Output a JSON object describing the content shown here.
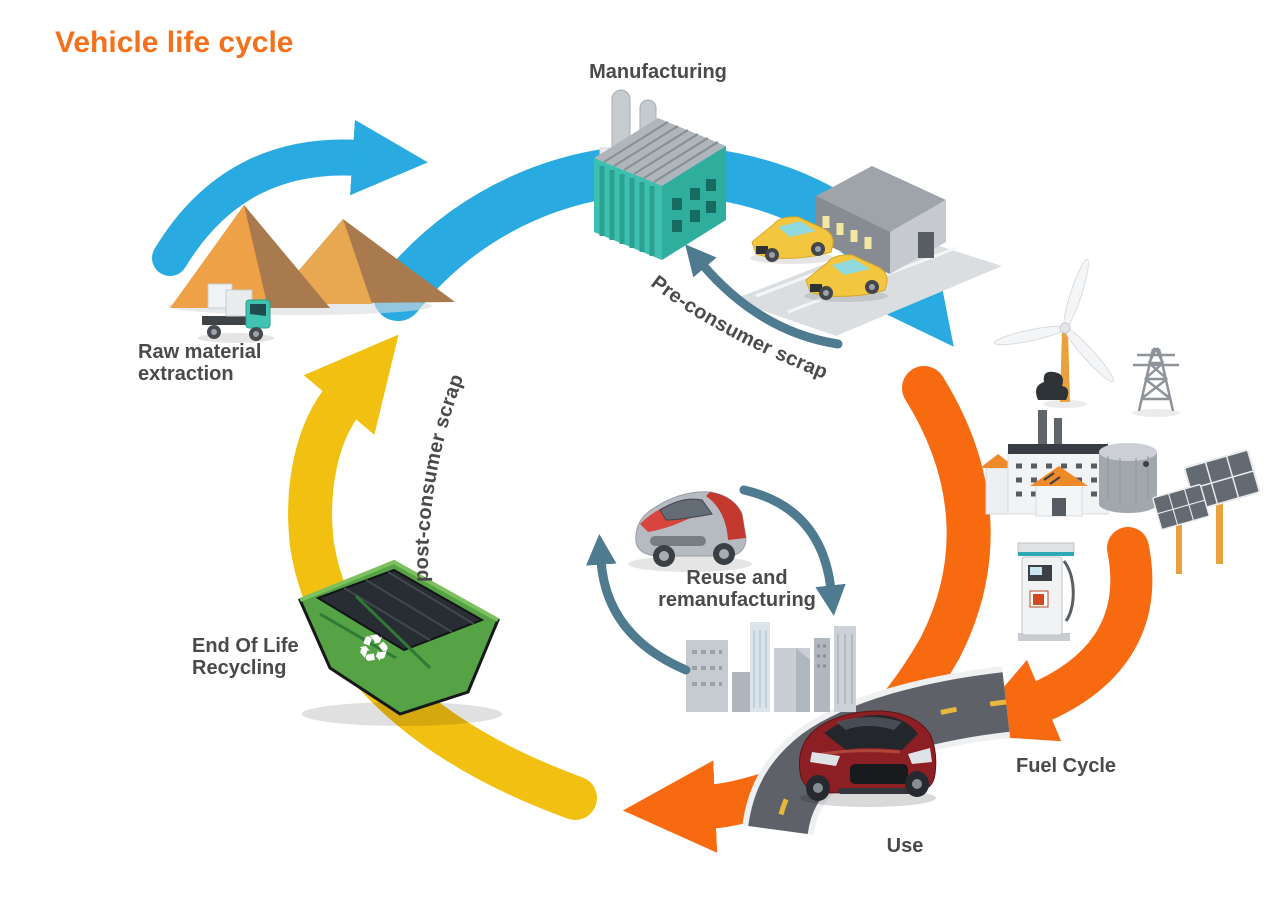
{
  "title": {
    "text": "Vehicle life cycle",
    "color": "#F4711C"
  },
  "labels": {
    "manufacturing": "Manufacturing",
    "raw_material": [
      "Raw material",
      "extraction"
    ],
    "end_of_life": [
      "End Of Life",
      "Recycling"
    ],
    "reuse": [
      "Reuse and",
      "remanufacturing"
    ],
    "use": "Use",
    "fuel_cycle": "Fuel Cycle",
    "pre_consumer_scrap": "Pre-consumer scrap",
    "post_consumer_scrap": "post-consumer scrap"
  },
  "recycle_symbol": "♻",
  "colors": {
    "blue_arrow": "#29ABE2",
    "orange_arrow": "#F76A10",
    "yellow_arrow": "#F2C011",
    "slate_arrow": "#4E7B90",
    "label_text": "#4A4A4A",
    "title_orange": "#F4711C",
    "factory_teal": "#3DC0AF",
    "skip_green": "#55A345",
    "car_red": "#8C1F24",
    "taxi_yellow": "#F4C63F",
    "mountain_orange": "#EFA148",
    "mountain_brown": "#A87A4D"
  },
  "icons": [
    "mountain-piles-icon",
    "delivery-truck-icon",
    "factory-icon",
    "warehouse-icon",
    "new-car-icon",
    "wind-turbine-icon",
    "power-pylon-icon",
    "power-plant-icon",
    "storage-tank-icon",
    "solar-panel-icon",
    "fuel-pump-icon",
    "reused-car-icon",
    "city-skyline-icon",
    "road-icon",
    "driving-car-icon",
    "recycling-skip-icon",
    "recycle-symbol"
  ],
  "flows": [
    {
      "from": "Raw material extraction",
      "to": "Manufacturing",
      "arrow_color": "#29ABE2"
    },
    {
      "from": "Manufacturing",
      "to": "Use",
      "arrow_color": "#29ABE2"
    },
    {
      "from": "Energy production",
      "to": "Use",
      "label": "Fuel Cycle",
      "arrow_color": "#F76A10"
    },
    {
      "from": "Use",
      "to": "End Of Life Recycling",
      "arrow_color": "#F76A10"
    },
    {
      "from": "End Of Life Recycling",
      "to": "Raw material extraction",
      "label": "post-consumer scrap",
      "arrow_color": "#F2C011"
    },
    {
      "from": "Manufacturing",
      "to": "Manufacturing",
      "label": "Pre-consumer scrap",
      "arrow_color": "#4E7B90"
    },
    {
      "from": "Use",
      "to": "Reuse and remanufacturing",
      "arrow_color": "#4E7B90"
    }
  ]
}
